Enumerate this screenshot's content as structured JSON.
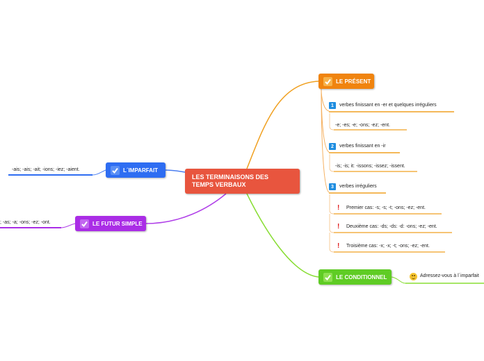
{
  "central": {
    "line1": "LES TERMINAISONS DES",
    "line2": "TEMPS VERBAUX"
  },
  "present": {
    "label": "LE PRÉSENT",
    "groups": [
      {
        "number": "1",
        "label": "verbes finissant en -er et quelques irréguliers",
        "ending": "-e;  -es; -e; -ons; -ez; -ent."
      },
      {
        "number": "2",
        "label": "verbes finissant en -ir",
        "ending": "-is; -is; it: -issons; -issez; -issent."
      },
      {
        "number": "3",
        "label": "verbes irréguliers",
        "cases": [
          "Premier cas: -s; -s; -t; -ons; -ez; -ent.",
          "Deuxième cas: -ds; -ds: -d: -ons; -ez; -ent.",
          "Troisième cas: -x; -x; -t; -ons; -ez; -ent."
        ]
      }
    ]
  },
  "conditionnel": {
    "label": "LE CONDITIONNEL",
    "note": "Adressez-vous à l´imparfait"
  },
  "imparfait": {
    "label": "L´IMPARFAIT",
    "ending": "-ais; -ais; -ait; -ions; -iez; -aient."
  },
  "futur": {
    "label": "LE FUTUR SIMPLE",
    "ending": "; -as; -a; -ons; -ez; -ont."
  },
  "colors": {
    "central": "#e8553e",
    "present": "#f0840f",
    "conditionnel": "#5fcc24",
    "imparfait": "#2e6df2",
    "futur": "#aa2de6"
  }
}
